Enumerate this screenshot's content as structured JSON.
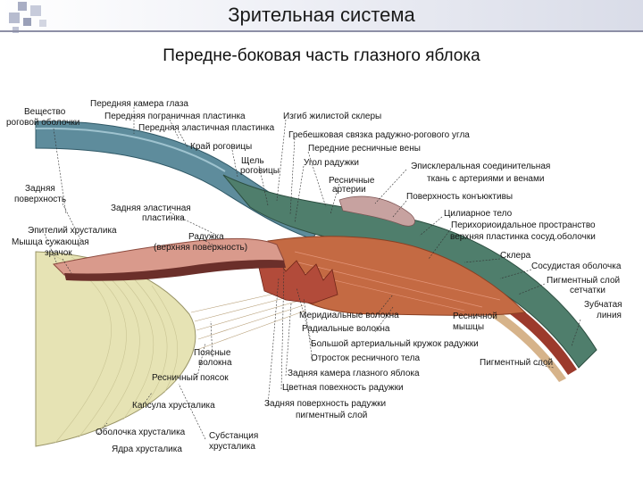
{
  "slide": {
    "title": "Зрительная система",
    "subtitle": "Передне-боковая часть глазного яблока"
  },
  "colors": {
    "cornea": "#5e8c9c",
    "sclera": "#4f7e6c",
    "ciliary_muscle": "#c46a43",
    "iris": "#d99a8c",
    "lens": "#e6e3b4",
    "background": "#ffffff"
  },
  "labels": {
    "l01": "Вещество",
    "l02": "роговой оболочки",
    "l03": "Передняя камера глаза",
    "l04": "Передняя пограничная пластинка",
    "l05": "Передняя эластичная пластинка",
    "l06": "Изгиб жилистой склеры",
    "l07": "Гребешковая связка радужно-рогового угла",
    "l08": "Край роговицы",
    "l09": "Передние ресничные вены",
    "l10": "Щель",
    "l11": "роговицы",
    "l12": "Угол радужки",
    "l13": "Эписклеральная соединительная",
    "l14": "ткань с артериями и венами",
    "l15": "Задняя",
    "l16": "поверхность",
    "l17": "Ресничные",
    "l18": "артерии",
    "l19": "Поверхность конъюктивы",
    "l20": "Задняя эластичная",
    "l21": "пластинка",
    "l22": "Цилиарное тело",
    "l23": "Эпителий хрусталика",
    "l24": "Перихориоидальное пространство",
    "l25": "верхняя пластинка сосуд.оболочки",
    "l26": "Мышца сужающая",
    "l27": "зрачок",
    "l28": "Радужка",
    "l29": "(верхняя поверхность)",
    "l30": "Склера",
    "l31": "Сосудистая оболочка",
    "l32": "Пигментный слой",
    "l33": "сетчатки",
    "l34": "Зубчатая",
    "l35": "линия",
    "l36": "Меридиальные волокна",
    "l37": "Радиальные волокна",
    "l38": "Ресничной",
    "l39": "мышцы",
    "l40": "Большой артериальный кружок радужки",
    "l41": "Поясные",
    "l42": "волокна",
    "l43": "Отросток ресничного тела",
    "l44": "Пигментный слой",
    "l45": "Ресничный поясок",
    "l46": "Задняя камера глазного яблока",
    "l47": "Цветная повехность радужки",
    "l48": "Капсула хрусталика",
    "l49": "Задняя  поверхность радужки",
    "l50": "пигментный слой",
    "l51": "Оболочка хрусталика",
    "l52": "Субстанция",
    "l53": "Ядра хрусталика",
    "l54": "хрусталика"
  }
}
